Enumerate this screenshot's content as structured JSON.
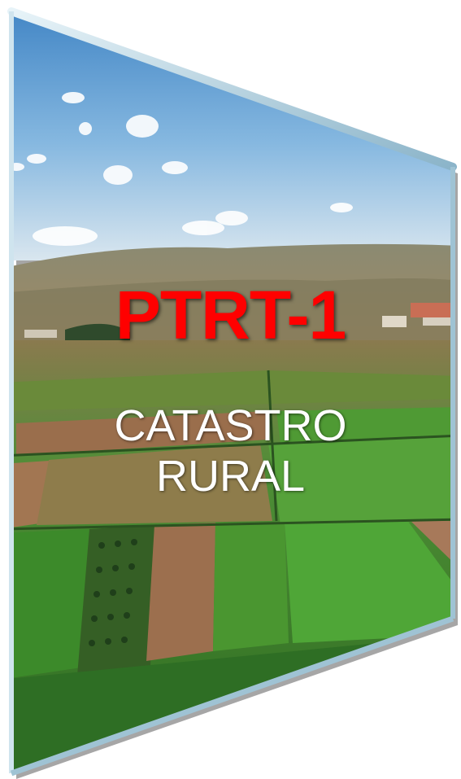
{
  "title": "PTRT-1",
  "subtitle_line1": "CATASTRO",
  "subtitle_line2": "RURAL",
  "colors": {
    "title": "#ff0000",
    "subtitle": "#ffffff",
    "sky": "#7fb2dc",
    "field": "#3f8c2e",
    "soil": "#9a6e4c"
  }
}
